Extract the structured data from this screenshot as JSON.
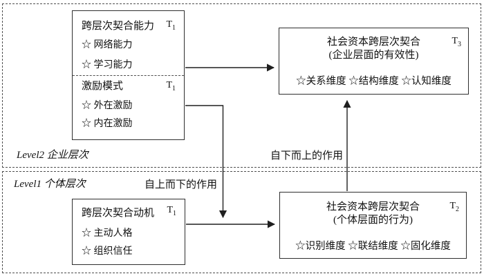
{
  "levels": {
    "level2": {
      "label": "Level2 企业层次"
    },
    "level1": {
      "label": "Level1 个体层次"
    }
  },
  "boxes": {
    "capability": {
      "title": "跨层次契合能力",
      "tag": {
        "base": "T",
        "sub": "1"
      },
      "items": [
        "☆ 网络能力",
        "☆ 学习能力"
      ]
    },
    "incentive": {
      "title": "激励模式",
      "tag": {
        "base": "T",
        "sub": "1"
      },
      "items": [
        "☆ 外在激励",
        "☆ 内在激励"
      ]
    },
    "firm_fit": {
      "title": "社会资本跨层次契合",
      "subtitle": "(企业层面的有效性)",
      "tag": {
        "base": "T",
        "sub": "3"
      },
      "dimensions": "☆关系维度 ☆结构维度 ☆认知维度"
    },
    "motivation": {
      "title": "跨层次契合动机",
      "tag": {
        "base": "T",
        "sub": "1"
      },
      "items": [
        "☆ 主动人格",
        "☆ 组织信任"
      ]
    },
    "individual_fit": {
      "title": "社会资本跨层次契合",
      "subtitle": "(个体层面的行为)",
      "tag": {
        "base": "T",
        "sub": "2"
      },
      "dimensions": "☆识别维度 ☆联结维度 ☆固化维度"
    }
  },
  "arrow_labels": {
    "top_down": "自上而下的作用",
    "bottom_up": "自下而上的作用"
  },
  "colors": {
    "line": "#1f1f1f",
    "border": "#2d2d2d",
    "dashed": "#4d4d4d",
    "background": "#ffffff"
  }
}
